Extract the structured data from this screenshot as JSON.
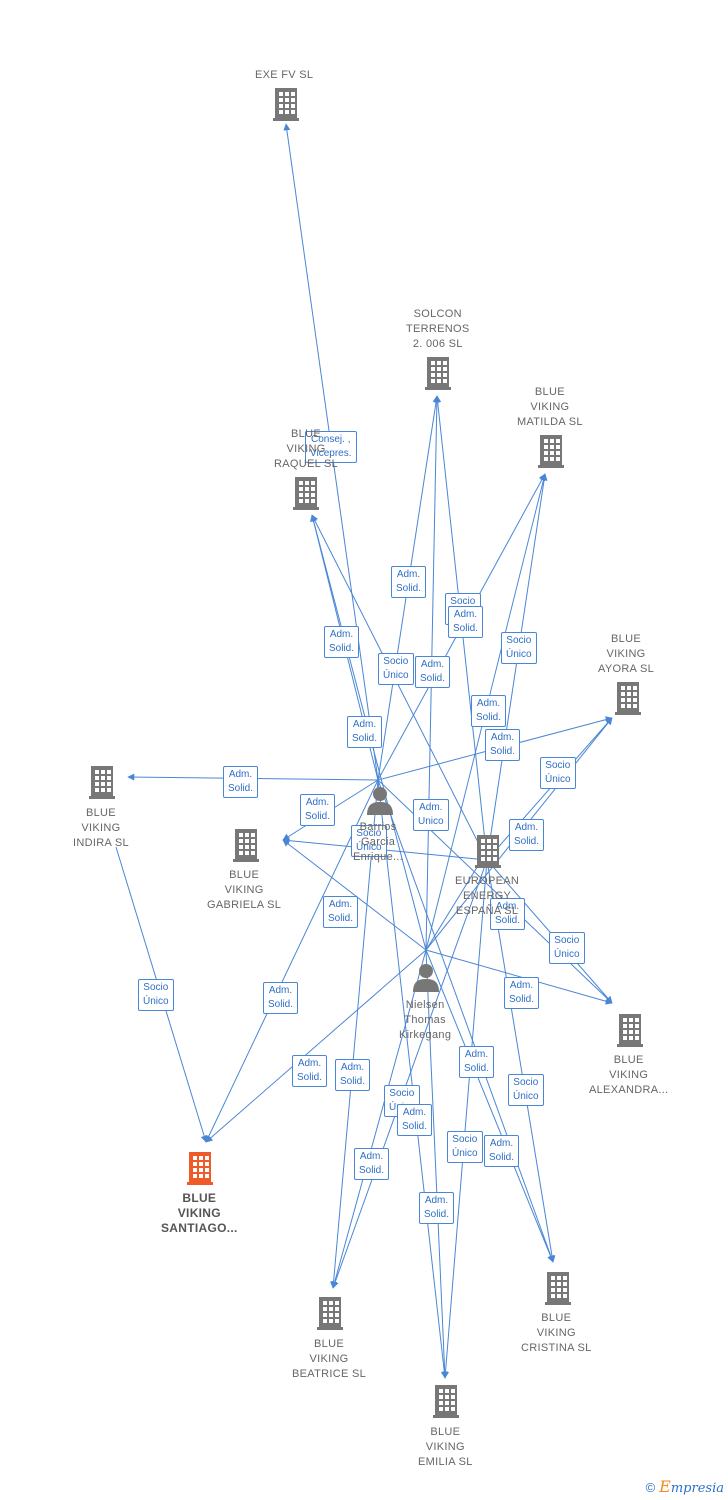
{
  "colors": {
    "edge": "#4a86d6",
    "building": "#777777",
    "highlight": "#f05a28",
    "person": "#777777"
  },
  "nodes": [
    {
      "id": "exe",
      "type": "company",
      "label": "EXE FV SL",
      "icon": "building-icon"
    },
    {
      "id": "solcon",
      "type": "company",
      "label": "SOLCON\nTERRENOS\n2. 006  SL",
      "icon": "building-icon"
    },
    {
      "id": "matilda",
      "type": "company",
      "label": "BLUE\nVIKING\nMATILDA  SL",
      "icon": "building-icon"
    },
    {
      "id": "raquel",
      "type": "company",
      "label": "BLUE\nVIKING\nRAQUEL  SL",
      "icon": "building-icon"
    },
    {
      "id": "ayora",
      "type": "company",
      "label": "BLUE\nVIKING\nAYORA  SL",
      "icon": "building-icon"
    },
    {
      "id": "indira",
      "type": "company",
      "label": "BLUE\nVIKING\nINDIRA  SL",
      "icon": "building-icon"
    },
    {
      "id": "gabriela",
      "type": "company",
      "label": "BLUE\nVIKING\nGABRIELA  SL",
      "icon": "building-icon"
    },
    {
      "id": "person1",
      "type": "person",
      "label": "Barrios\nGarcia\nEnrique...",
      "icon": "person-icon"
    },
    {
      "id": "european",
      "type": "company",
      "label": "EUROPEAN\nENERGY\nESPAÑA SL",
      "icon": "building-icon"
    },
    {
      "id": "nielsen",
      "type": "person",
      "label": "Nielsen\nThomas\nKirkegang",
      "icon": "person-icon"
    },
    {
      "id": "alexandra",
      "type": "company",
      "label": "BLUE\nVIKING\nALEXANDRA...",
      "icon": "building-icon"
    },
    {
      "id": "santiago",
      "type": "company",
      "label": "BLUE\nVIKING\nSANTIAGO...",
      "icon": "building-icon",
      "highlight": true
    },
    {
      "id": "beatrice",
      "type": "company",
      "label": "BLUE\nVIKING\nBEATRICE  SL",
      "icon": "building-icon"
    },
    {
      "id": "cristina",
      "type": "company",
      "label": "BLUE\nVIKING\nCRISTINA  SL",
      "icon": "building-icon"
    },
    {
      "id": "emilia",
      "type": "company",
      "label": "BLUE\nVIKING\nEMILIA  SL",
      "icon": "building-icon"
    }
  ],
  "edges": [
    {
      "from": "person1",
      "to": "exe",
      "label": "Consej. ,\nVicepres."
    },
    {
      "from": "person1",
      "to": "solcon",
      "label": "Adm.\nSolid."
    },
    {
      "from": "european",
      "to": "solcon",
      "label": "Socio\nÚnico"
    },
    {
      "from": "nielsen",
      "to": "solcon",
      "label": "Adm.\nSolid."
    },
    {
      "from": "person1",
      "to": "raquel",
      "label": "Adm.\nSolid."
    },
    {
      "from": "european",
      "to": "raquel",
      "label": "Socio\nÚnico"
    },
    {
      "from": "nielsen",
      "to": "raquel",
      "label": "Adm.\nSolid."
    },
    {
      "from": "person1",
      "to": "matilda",
      "label": "Adm.\nSolid."
    },
    {
      "from": "european",
      "to": "matilda",
      "label": "Socio\nÚnico"
    },
    {
      "from": "nielsen",
      "to": "matilda",
      "label": "Adm.\nSolid."
    },
    {
      "from": "person1",
      "to": "ayora",
      "label": "Adm.\nSolid."
    },
    {
      "from": "european",
      "to": "ayora",
      "label": "Socio\nÚnico"
    },
    {
      "from": "nielsen",
      "to": "ayora",
      "label": "Adm.\nSolid."
    },
    {
      "from": "person1",
      "to": "indira",
      "label": "Adm.\nSolid."
    },
    {
      "from": "person1",
      "to": "gabriela",
      "label": "Adm.\nSolid."
    },
    {
      "from": "european",
      "to": "gabriela",
      "label": "Socio\nÚnico"
    },
    {
      "from": "nielsen",
      "to": "gabriela",
      "label": "Adm.\nSolid."
    },
    {
      "from": "nielsen",
      "to": "european",
      "label": "Adm.\nUnico"
    },
    {
      "from": "person1",
      "to": "alexandra",
      "label": "Adm.\nSolid."
    },
    {
      "from": "european",
      "to": "alexandra",
      "label": "Socio\nÚnico"
    },
    {
      "from": "nielsen",
      "to": "alexandra",
      "label": "Adm.\nSolid."
    },
    {
      "from": "indira",
      "to": "santiago",
      "label": "Socio\nÚnico"
    },
    {
      "from": "person1",
      "to": "santiago",
      "label": "Adm.\nSolid."
    },
    {
      "from": "nielsen",
      "to": "santiago",
      "label": "Adm.\nSolid."
    },
    {
      "from": "person1",
      "to": "beatrice",
      "label": "Adm.\nSolid."
    },
    {
      "from": "european",
      "to": "beatrice",
      "label": "Socio\nÚnico"
    },
    {
      "from": "nielsen",
      "to": "beatrice",
      "label": "Adm.\nSolid."
    },
    {
      "from": "person1",
      "to": "cristina",
      "label": "Adm.\nSolid."
    },
    {
      "from": "european",
      "to": "cristina",
      "label": "Socio\nÚnico"
    },
    {
      "from": "nielsen",
      "to": "cristina",
      "label": "Adm.\nSolid."
    },
    {
      "from": "person1",
      "to": "emilia",
      "label": "Adm.\nSolid."
    },
    {
      "from": "european",
      "to": "emilia",
      "label": "Socio\nÚnico"
    },
    {
      "from": "nielsen",
      "to": "emilia",
      "label": "Adm.\nSolid."
    }
  ],
  "footer": {
    "copyright": "©",
    "brand_first": "E",
    "brand_rest": "mpresia"
  }
}
